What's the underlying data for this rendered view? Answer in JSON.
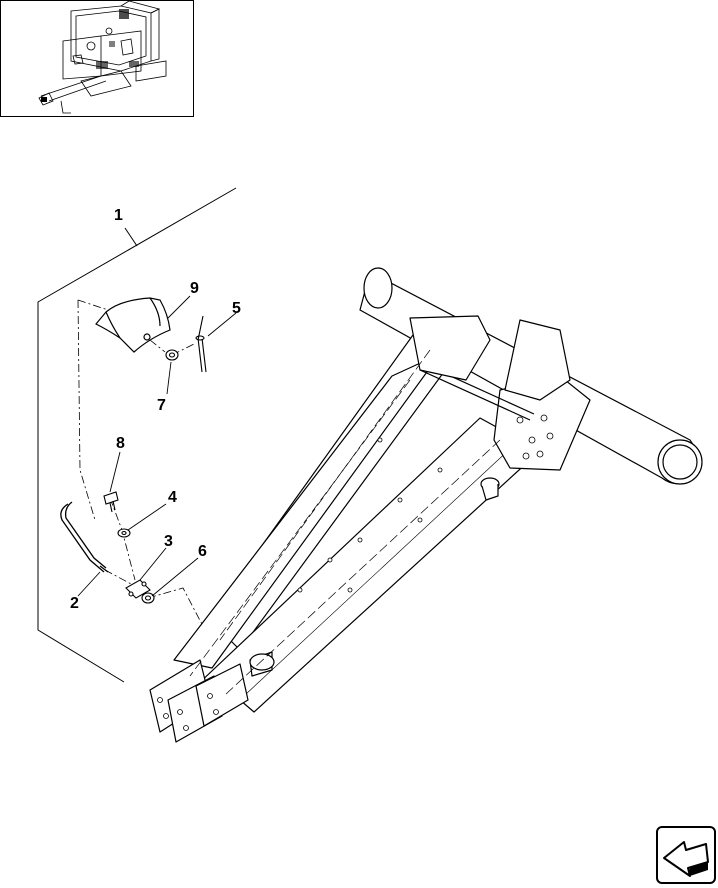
{
  "diagram": {
    "callouts": [
      {
        "id": "c1",
        "label": "1"
      },
      {
        "id": "c9",
        "label": "9"
      },
      {
        "id": "c5",
        "label": "5"
      },
      {
        "id": "c7",
        "label": "7"
      },
      {
        "id": "c8",
        "label": "8"
      },
      {
        "id": "c4",
        "label": "4"
      },
      {
        "id": "c3",
        "label": "3"
      },
      {
        "id": "c6",
        "label": "6"
      },
      {
        "id": "c2",
        "label": "2"
      }
    ]
  },
  "nav_icon": "next-page-arrow-icon"
}
